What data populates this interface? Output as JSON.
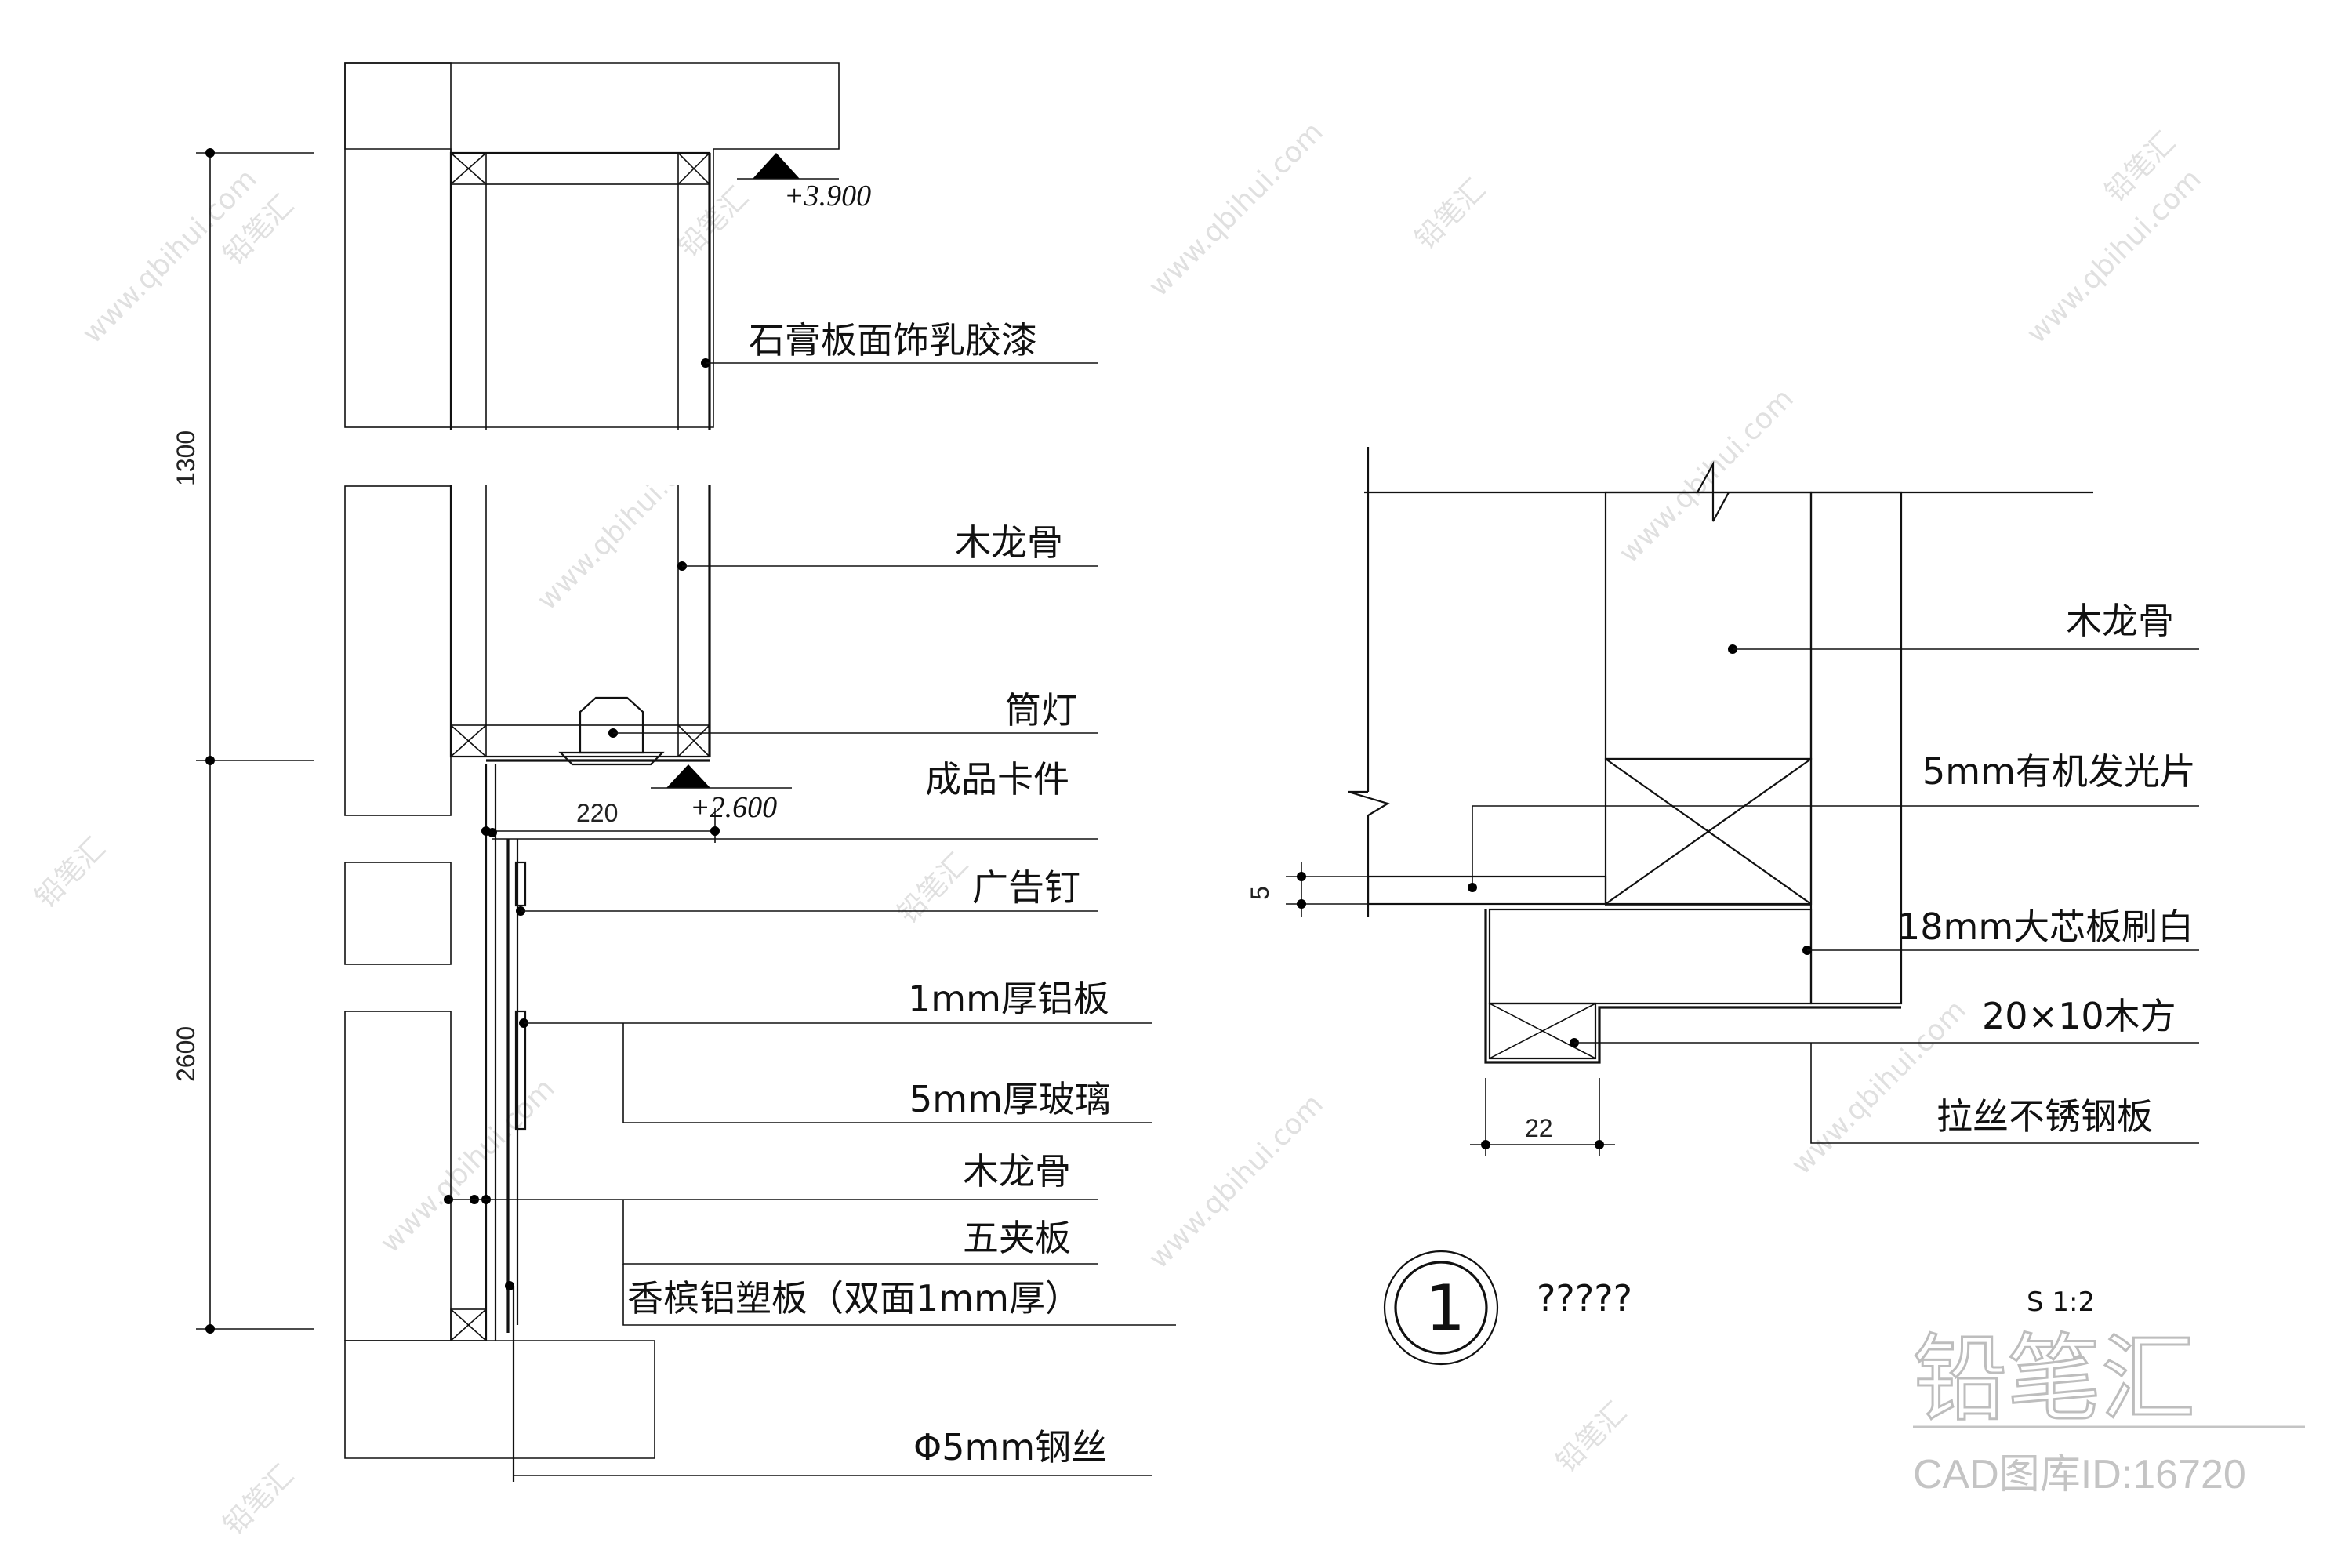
{
  "left_detail": {
    "labels": {
      "gypsum": "石膏板面饰乳胶漆",
      "keel_top": "木龙骨",
      "downlight": "筒灯",
      "clip": "成品卡件",
      "ad_nail": "广告钉",
      "aluminum": "1mm厚铝板",
      "glass": "5mm厚玻璃",
      "keel_bottom": "木龙骨",
      "plywood": "五夹板",
      "acp": "香槟铝塑板（双面1mm厚）",
      "wire": "Φ5mm钢丝"
    },
    "elevations": {
      "top": "+3.900",
      "bottom": "+2.600"
    },
    "dims": {
      "upper": "1300",
      "lower": "2600",
      "width": "220"
    }
  },
  "right_detail": {
    "labels": {
      "keel": "木龙骨",
      "light_sheet": "5mm有机发光片",
      "core_board": "18mm大芯板刷白",
      "batten": "20×10木方",
      "steel": "拉丝不锈钢板"
    },
    "dims": {
      "gap": "5",
      "width": "22"
    }
  },
  "title_block": {
    "number": "1",
    "title": "?????",
    "scale": "S 1:2"
  },
  "watermark": {
    "site": "www.qbihui.com",
    "brand_cn": "铅笔汇",
    "brand_id": "CAD图库ID:16720"
  }
}
